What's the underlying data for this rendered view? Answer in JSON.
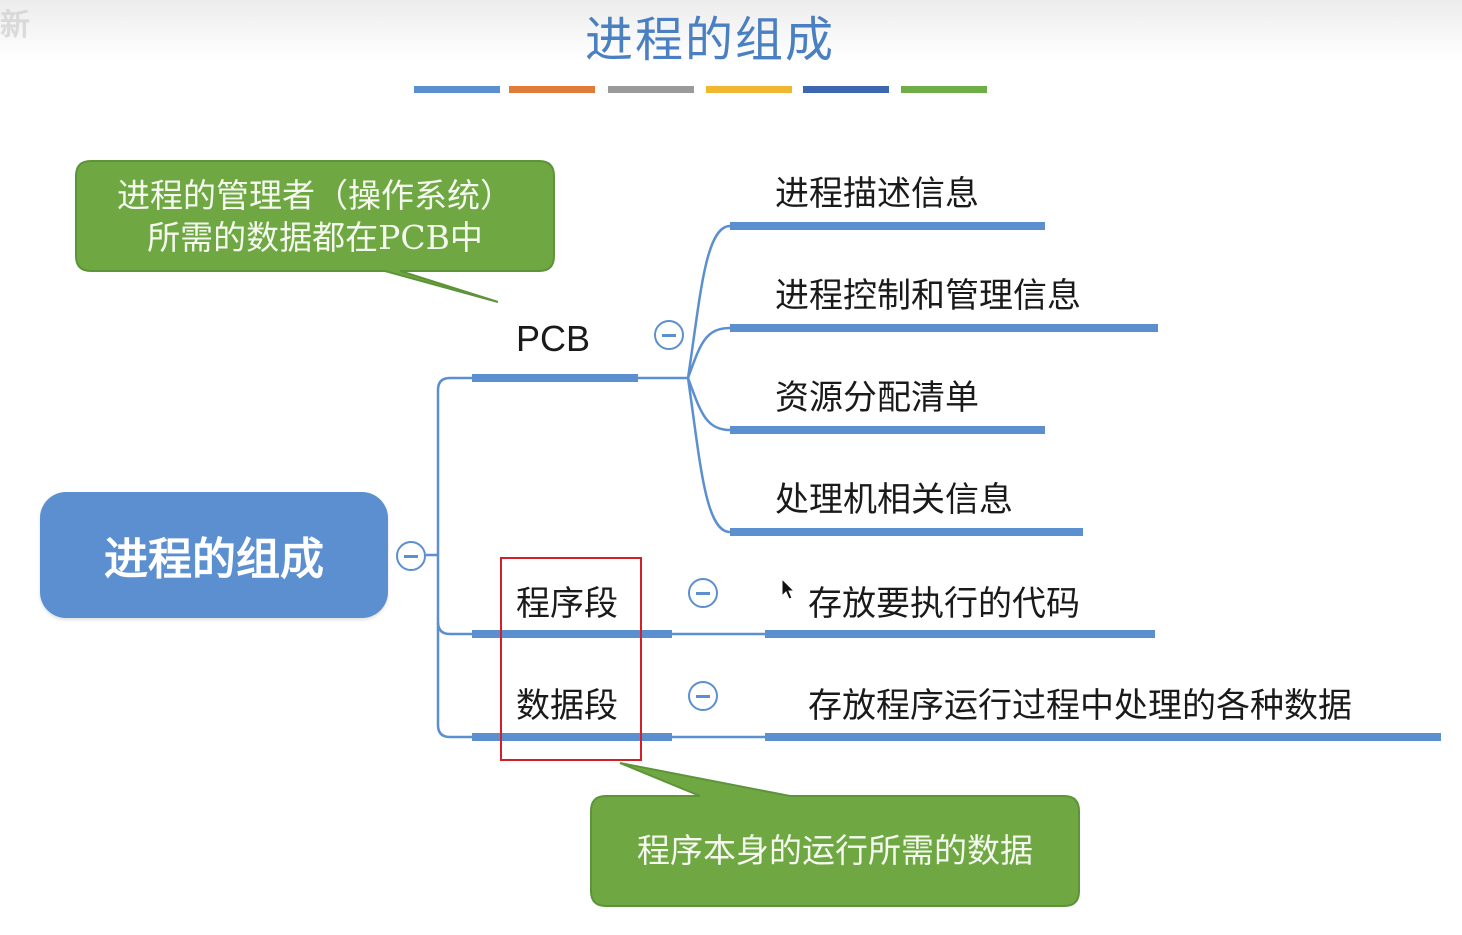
{
  "slide": {
    "title": "进程的组成",
    "watermark": "新"
  },
  "title_stripe_colors": [
    "#5b8fd0",
    "#e07b39",
    "#9a9a9a",
    "#f2b731",
    "#3f66b0",
    "#6fae46"
  ],
  "colors": {
    "branch": "#5b8fd0",
    "callout_fill": "#6fa843",
    "highlight": "#d21f2a"
  },
  "mindmap": {
    "root": "进程的组成",
    "branches": [
      {
        "label": "PCB",
        "children": [
          "进程描述信息",
          "进程控制和管理信息",
          "资源分配清单",
          "处理机相关信息"
        ]
      },
      {
        "label": "程序段",
        "children": [
          "存放要执行的代码"
        ]
      },
      {
        "label": "数据段",
        "children": [
          "存放程序运行过程中处理的各种数据"
        ]
      }
    ]
  },
  "callouts": {
    "pcb_note_line1": "进程的管理者（操作系统）",
    "pcb_note_line2": "所需的数据都在PCB中",
    "data_note": "程序本身的运行所需的数据"
  },
  "icons": {
    "collapse": "minus-circle-icon",
    "cursor": "mouse-pointer-icon"
  }
}
